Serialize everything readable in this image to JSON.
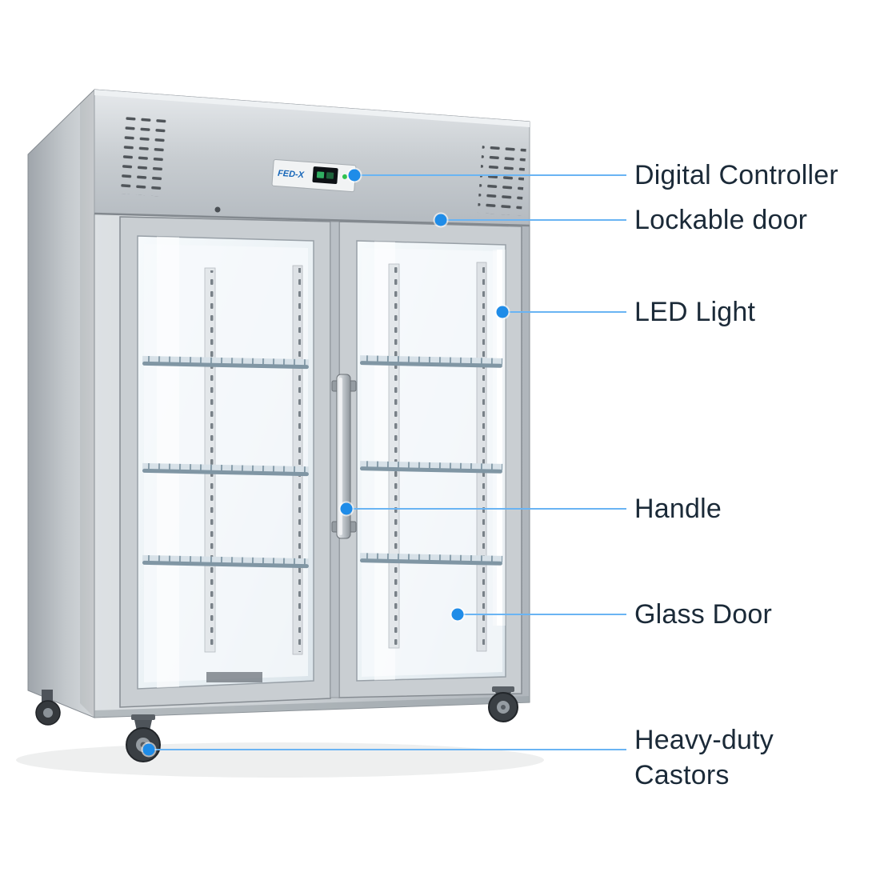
{
  "page": {
    "background": "#ffffff",
    "accent_color": "#1f8ce8",
    "line_color": "#6ab4f3",
    "label_color": "#1b2a38"
  },
  "fridge": {
    "brand": "FED-X",
    "body_color": "#c9ced2",
    "interior_color": "#eef4f7",
    "wheel_color": "#3a3f44"
  },
  "callouts": [
    {
      "id": "digital-controller",
      "label": "Digital Controller"
    },
    {
      "id": "lockable-door",
      "label": "Lockable door"
    },
    {
      "id": "led-light",
      "label": "LED Light"
    },
    {
      "id": "handle",
      "label": "Handle"
    },
    {
      "id": "glass-door",
      "label": "Glass Door"
    },
    {
      "id": "heavy-duty-castors",
      "label": "Heavy-duty Castors"
    }
  ]
}
